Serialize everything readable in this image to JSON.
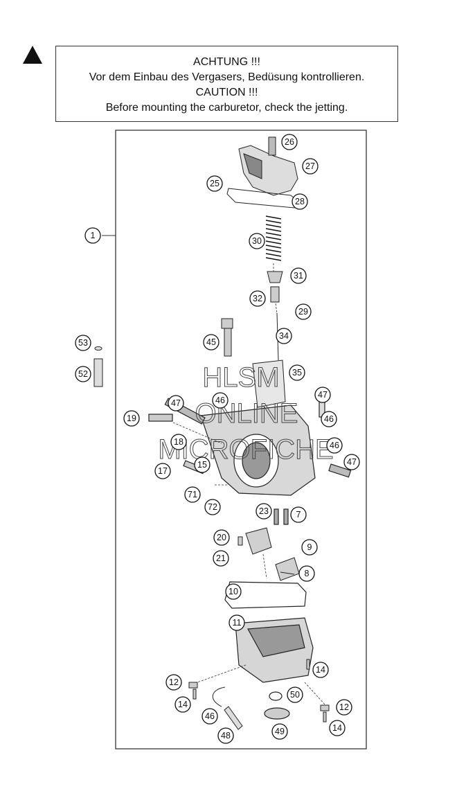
{
  "notice": {
    "lines": [
      "ACHTUNG !!!",
      "Vor dem Einbau des Vergasers, Bedüsung kontrollieren.",
      "CAUTION !!!",
      "Before mounting the carburetor, check the jetting."
    ]
  },
  "watermark": {
    "line1": "HLSM",
    "line2": "ONLINE",
    "line3": "MICROFICHE"
  },
  "callouts": [
    "1",
    "25",
    "26",
    "27",
    "28",
    "30",
    "31",
    "32",
    "29",
    "34",
    "53",
    "52",
    "45",
    "35",
    "47",
    "46",
    "19",
    "18",
    "15",
    "17",
    "71",
    "72",
    "23",
    "7",
    "20",
    "9",
    "21",
    "8",
    "10",
    "11",
    "12",
    "14",
    "50",
    "46",
    "48",
    "49"
  ],
  "icons": {
    "warning": "warning-triangle-icon"
  }
}
